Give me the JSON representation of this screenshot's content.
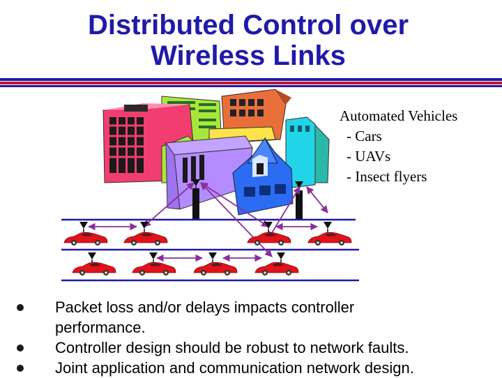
{
  "slide": {
    "title_line1": "Distributed Control over",
    "title_line2": "Wireless Links"
  },
  "callout": {
    "heading": "Automated Vehicles",
    "items": [
      "- Cars",
      "- UAVs",
      "- Insect flyers"
    ]
  },
  "bullets": [
    {
      "line1": "Packet loss and/or delays impacts controller",
      "line2": "performance."
    },
    {
      "line1": "Controller design should be robust to network faults."
    },
    {
      "line1": "Joint application and communication network design."
    }
  ],
  "colors": {
    "title": "#1f1aa8",
    "rule_red": "#c0182a",
    "car": "#e3121b",
    "link_arrow": "#8a2f9c",
    "lane": "#1f1aa8"
  },
  "icons": [
    "building-icon",
    "antenna-icon",
    "car-icon",
    "bullet-dot-icon"
  ]
}
